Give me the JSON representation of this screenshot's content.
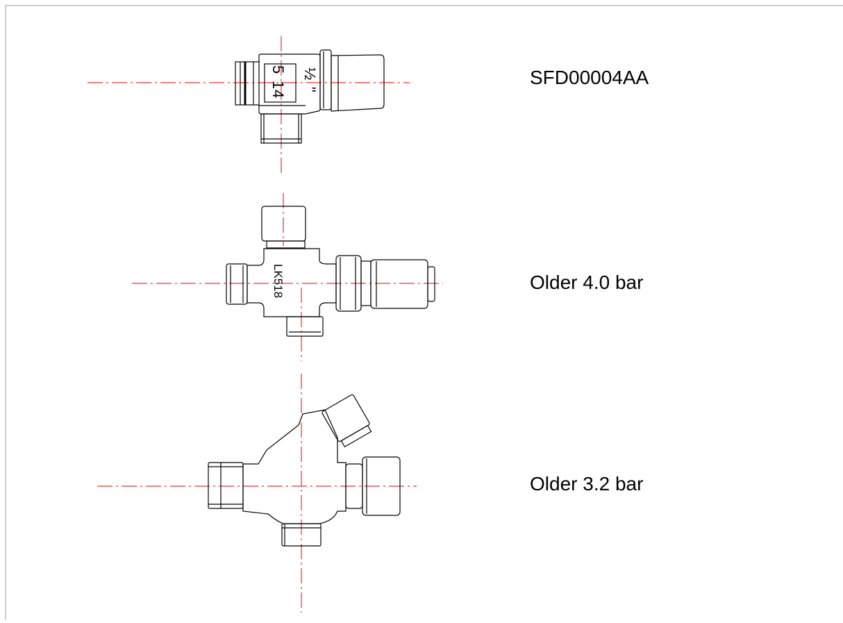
{
  "valves": [
    {
      "label": "SFD00004AA",
      "markings": [
        "5",
        "1",
        "4",
        "½",
        "\""
      ]
    },
    {
      "label": "Older 4.0 bar",
      "markings": [
        "LK518"
      ]
    },
    {
      "label": "Older 3.2 bar",
      "markings": []
    }
  ],
  "colors": {
    "centerline": "#e60000",
    "outline": "#000000",
    "frame": "#999999"
  }
}
